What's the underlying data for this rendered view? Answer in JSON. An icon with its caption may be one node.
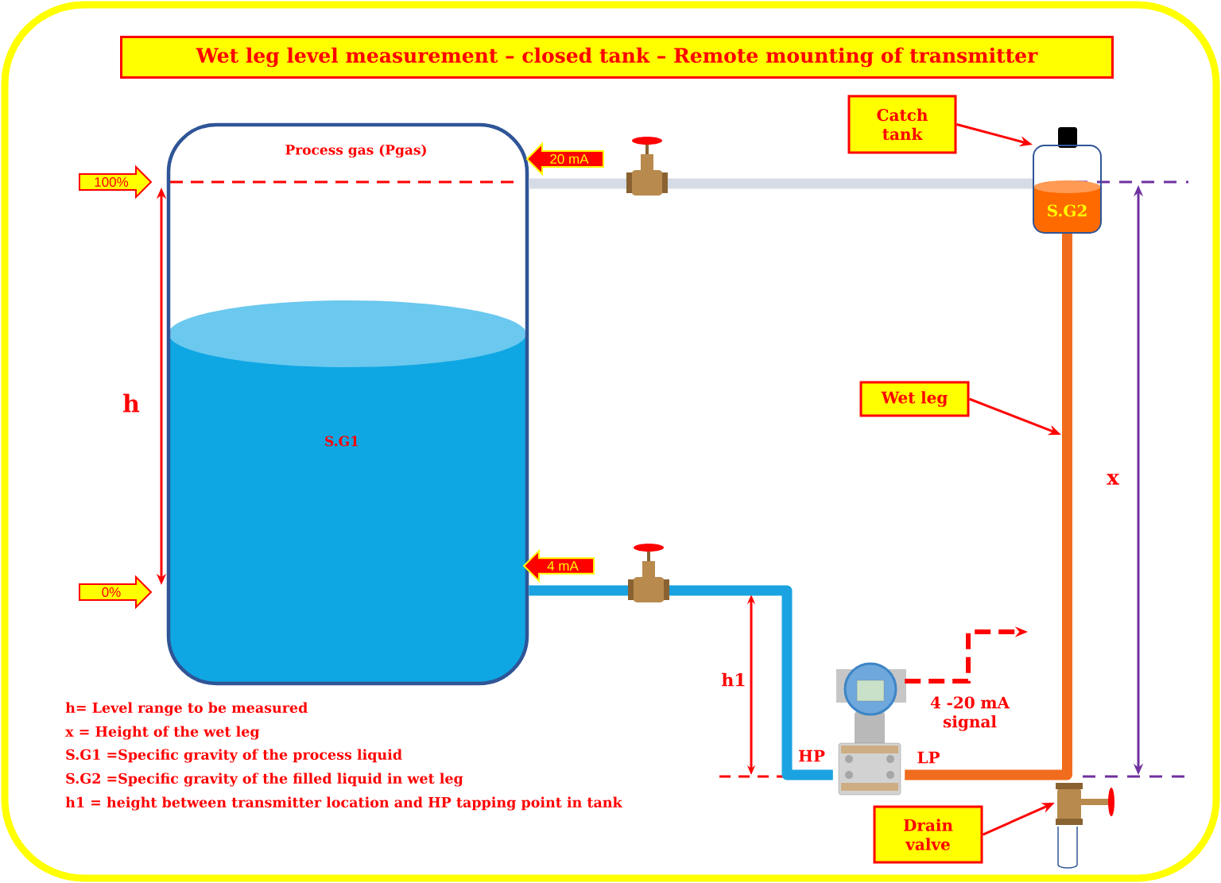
{
  "diagram": {
    "title": "Wet leg level measurement – closed tank – Remote mounting of transmitter",
    "nodes": [
      {
        "text": [
          "100%"
        ]
      },
      {
        "text": [
          "0%"
        ]
      },
      {
        "text": [
          "Process gas (Pgas)",
          "S.G1"
        ]
      },
      {
        "text": [
          "20 mA"
        ]
      },
      {
        "text": [
          "4 mA"
        ]
      },
      {
        "text": [
          "Catch tank"
        ]
      },
      {
        "text": [
          "S.G2"
        ]
      },
      {
        "text": [
          "Wet leg"
        ]
      },
      {
        "text": [],
        "shape": "picture"
      },
      {
        "text": [
          "Drain valve"
        ]
      },
      {
        "text": [],
        "shape": "picture"
      }
    ],
    "edges": [
      {
        "from": 2,
        "to": 6,
        "arrow": "none",
        "style": "thick",
        "color": "#d5dce6"
      },
      {
        "from": 2,
        "to": 8,
        "arrow": "none",
        "style": "thick",
        "color": "#1aa3e0"
      },
      {
        "from": 6,
        "to": 8,
        "arrow": "none",
        "style": "thick",
        "color": "#f26c1d"
      },
      {
        "from": 5,
        "to": 6,
        "arrow": "to"
      },
      {
        "from": 7,
        "to": null,
        "arrow": "to"
      },
      {
        "from": 9,
        "to": 10,
        "arrow": "to"
      },
      {
        "from": 8,
        "to": null,
        "arrow": "to",
        "style": "dashed"
      }
    ],
    "labels": [
      "h",
      "h1",
      "x",
      "HP",
      "LP",
      "4 -20 mA signal",
      "h= Level range to be measured",
      "x = Height of the wet leg",
      "S.G1 =Specific gravity of the process liquid",
      "S.G2 =Specific gravity of the filled liquid in wet leg",
      "h1 = height between transmitter location and HP tapping point in tank"
    ]
  }
}
